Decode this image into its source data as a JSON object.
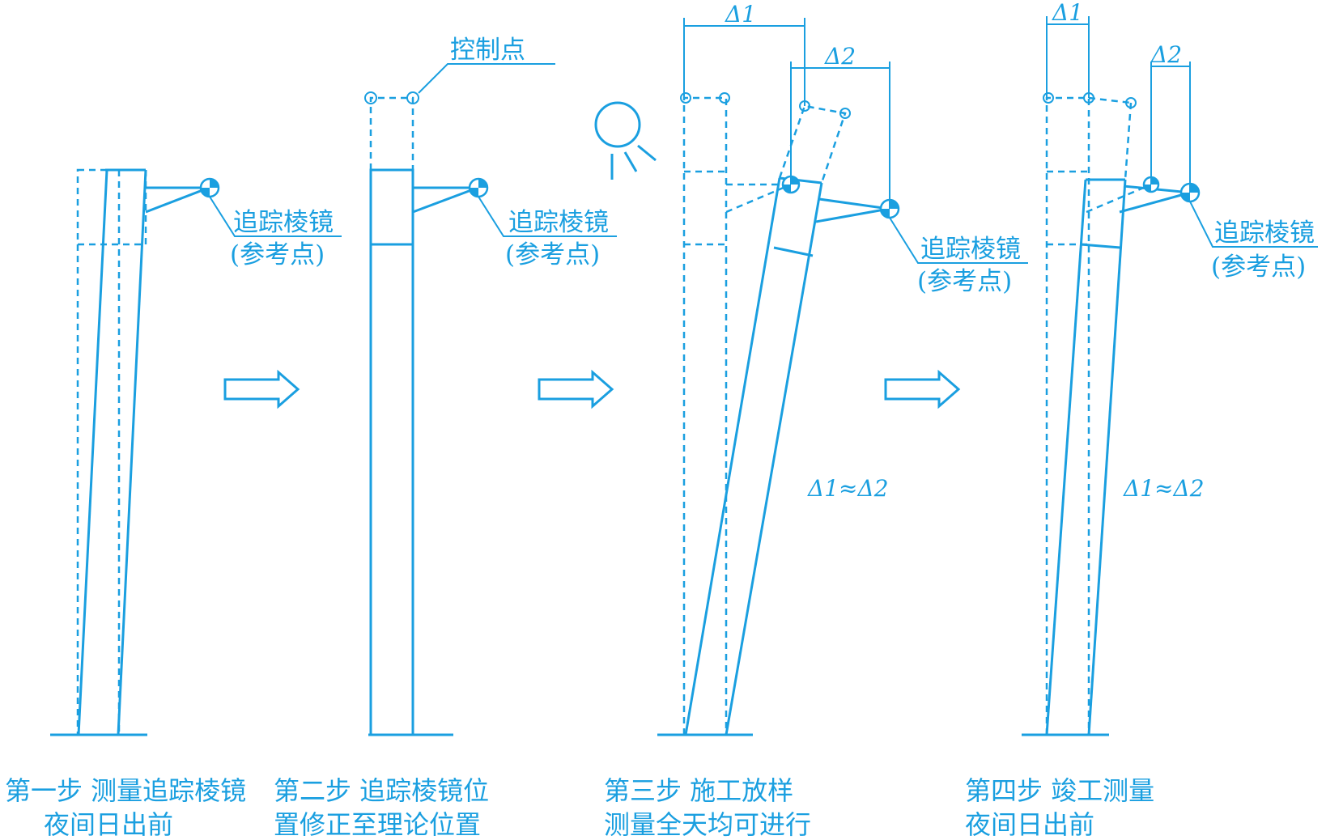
{
  "labels": {
    "prism": "追踪棱镜",
    "reference_point": "(参考点)",
    "control_point": "控制点",
    "delta1": "Δ1",
    "delta2": "Δ2",
    "delta_relation": "Δ1≈Δ2"
  },
  "steps": [
    {
      "line1": "第一步  测量追踪棱镜",
      "line2": "夜间日出前"
    },
    {
      "line1": "第二步  追踪棱镜位",
      "line2": "置修正至理论位置"
    },
    {
      "line1": "第三步  施工放样",
      "line2": "测量全天均可进行"
    },
    {
      "line1": "第四步  竣工测量",
      "line2": "夜间日出前"
    }
  ],
  "colors": {
    "line": "#1a9fe0",
    "background": "#ffffff"
  },
  "icons": {
    "sun": "sun-icon",
    "arrow": "right-arrow-icon",
    "prism": "prism-target-icon"
  }
}
